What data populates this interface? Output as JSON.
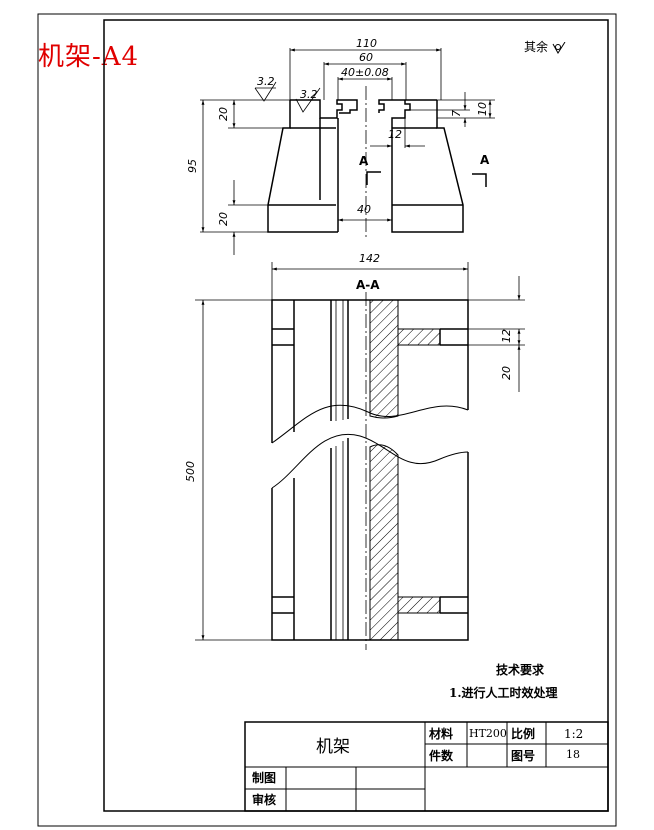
{
  "page_title": "机架-A4",
  "surface_note": "其余",
  "dimensions": {
    "top_width": "110",
    "inner_width": "60",
    "slot_width": "40±0.08",
    "roughness_a": "3.2",
    "roughness_b": "3.2",
    "top_thickness_left": "20",
    "step_7": "7",
    "step_10": "10",
    "overall_height": "95",
    "bottom_thickness": "20",
    "slot_12": "12",
    "bore_40": "40",
    "section_width": "142",
    "section_12": "12",
    "section_20": "20",
    "section_length": "500"
  },
  "section_marks": {
    "left": "A",
    "right": "A",
    "view_title": "A-A"
  },
  "technical_requirements": {
    "heading": "技术要求",
    "item1": "1.进行人工时效处理"
  },
  "title_block": {
    "part_name": "机架",
    "material_label": "材料",
    "material_value": "HT200",
    "scale_label": "比例",
    "scale_value": "1:2",
    "quantity_label": "件数",
    "drawing_no_label": "图号",
    "drawing_no_value": "18",
    "drawn_label": "制图",
    "checked_label": "审核"
  }
}
